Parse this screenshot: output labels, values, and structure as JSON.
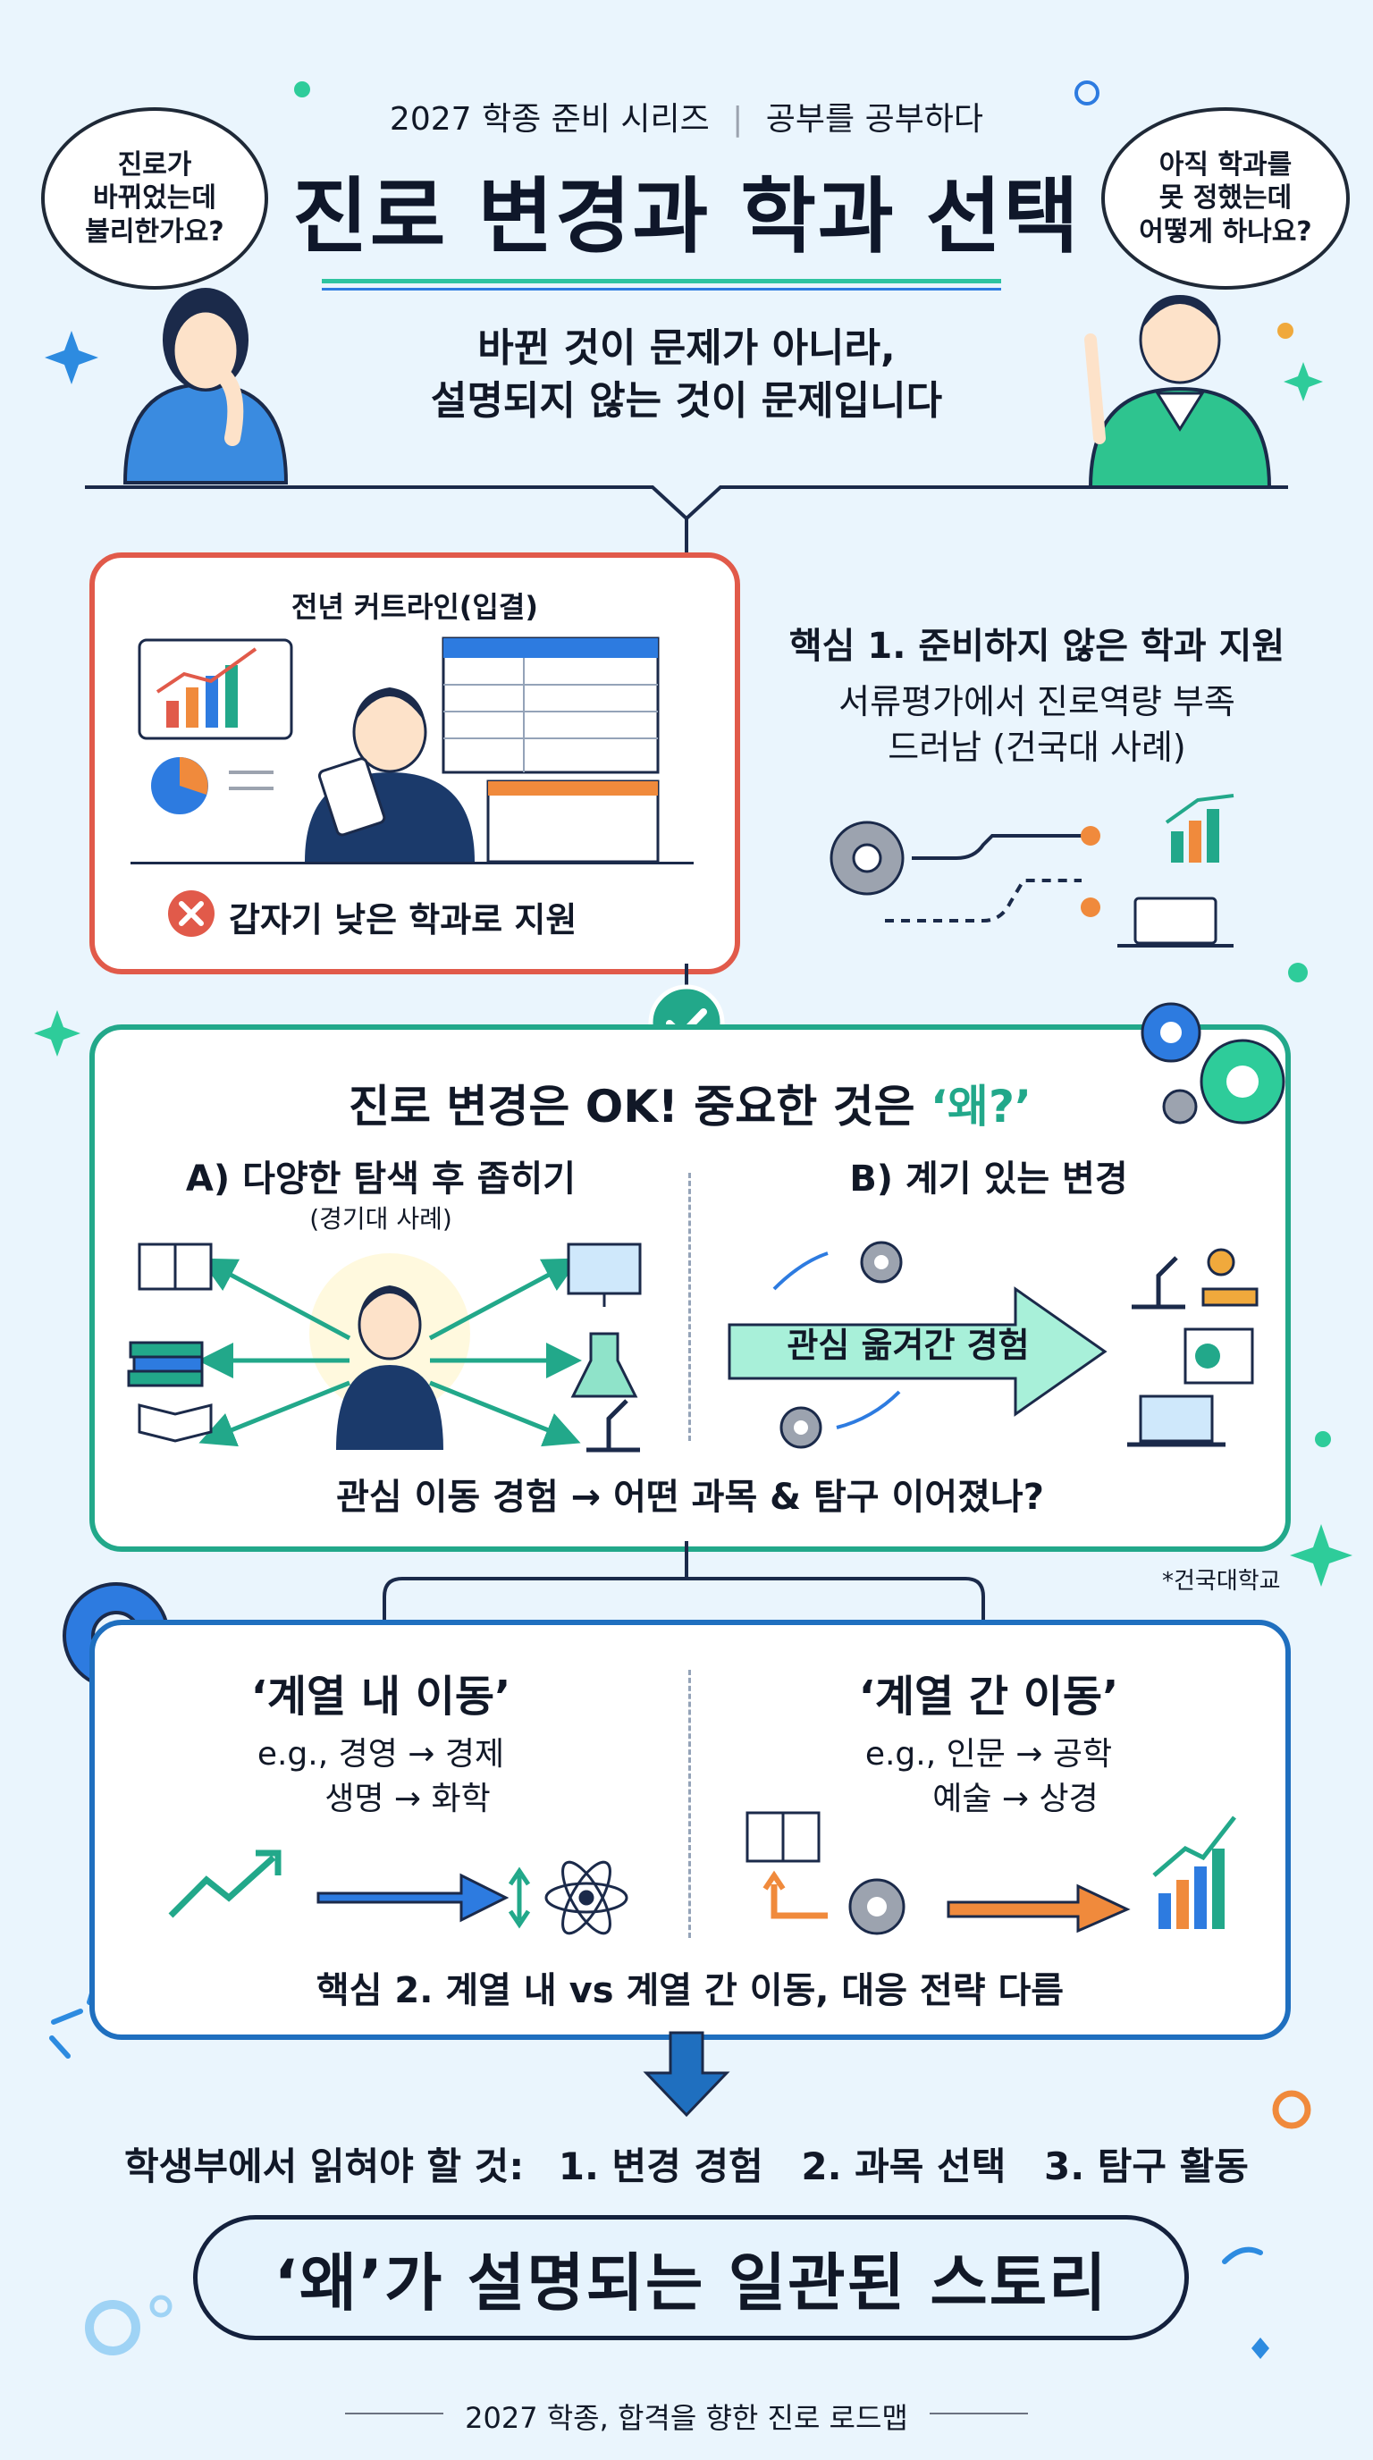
{
  "header": {
    "series": "2027 학종 준비 시리즈",
    "series_sub": "공부를 공부하다",
    "title": "진로 변경과 학과 선택",
    "subtitle_line1": "바뀐 것이 문제가 아니라,",
    "subtitle_line2": "설명되지 않는 것이 문제입니다"
  },
  "bubbles": {
    "left": "진로가\n바뀌었는데\n불리한가요?",
    "right": "아직 학과를\n못 정했는데\n어떻게 하나요?"
  },
  "section1": {
    "card_title": "전년 커트라인(입결)",
    "warning": "갑자기 낮은 학과로 지원",
    "key_title": "핵심 1. 준비하지 않은 학과 지원",
    "key_desc_line1": "서류평가에서 진로역량 부족",
    "key_desc_line2": "드러남 (건국대 사례)"
  },
  "section2": {
    "title_prefix": "진로 변경은 OK! 중요한 것은 ",
    "title_highlight": "‘왜?’",
    "a_title": "A) 다양한 탐색 후 좁히기",
    "a_note": "(경기대 사례)",
    "b_title": "B) 계기 있는 변경",
    "arrow_label": "관심 옮겨간 경험",
    "footer": "관심 이동 경험 → 어떤 과목 & 탐구 이어졌나?",
    "source": "*건국대학교"
  },
  "section3": {
    "left_title": "‘계열 내 이동’",
    "left_ex1": "e.g., 경영 → 경제",
    "left_ex2": "생명 → 화학",
    "right_title": "‘계열 간 이동’",
    "right_ex1": "e.g., 인문 → 공학",
    "right_ex2": "예술 → 상경",
    "footer": "핵심 2. 계열 내 vs 계열 간 이동, 대응 전략 다름"
  },
  "bottom": {
    "read_label": "학생부에서 읽혀야 할 것:",
    "item1": "1. 변경 경험",
    "item2": "2. 과목 선택",
    "item3": "3. 탐구 활동",
    "story": "‘왜’가 설명되는 일관된 스토리",
    "roadmap": "2027 학종, 합격을 향한 진로 로드맵"
  },
  "colors": {
    "background": "#eaf5fd",
    "red": "#e15a4a",
    "teal": "#22a88a",
    "blue": "#1f6fbf",
    "navy": "#1b2a4a",
    "orange": "#f08a3c"
  },
  "icons": [
    "thinking-student",
    "teacher-pointing",
    "gear-icon",
    "check-icon",
    "x-icon",
    "book-icon",
    "microscope-icon",
    "flask-icon",
    "monitor-icon",
    "laptop-icon",
    "atom-icon",
    "bar-chart-icon",
    "down-arrow-icon"
  ]
}
